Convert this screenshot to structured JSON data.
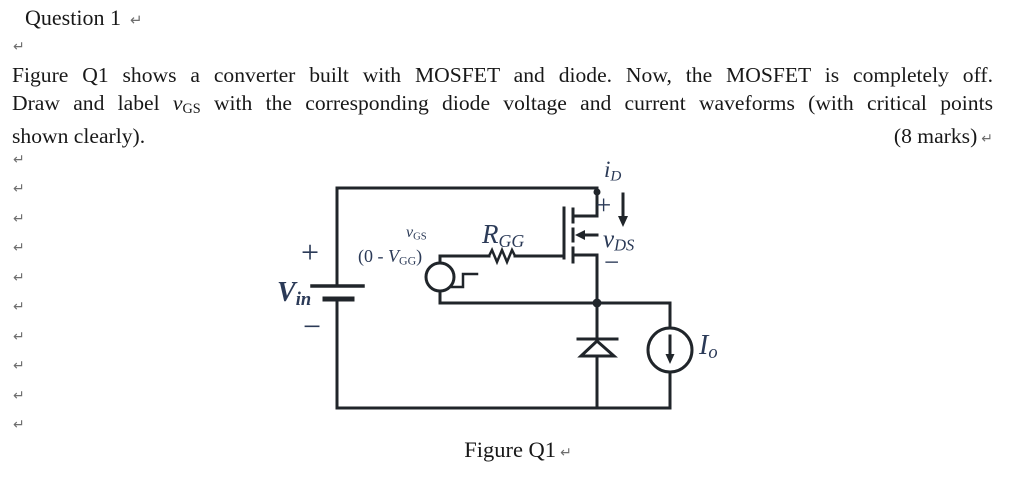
{
  "page": {
    "heading": "Question 1",
    "paragraph_line1": "Figure Q1 shows a converter built with MOSFET and diode. Now, the MOSFET is completely off.",
    "paragraph_line2_prefix": "Draw and label ",
    "paragraph_line2_suffix": " with the corresponding diode voltage and current waveforms (with critical points",
    "paragraph_line3_left": "shown clearly).",
    "paragraph_line3_right": "(8 marks)",
    "caption": "Figure Q1",
    "return_mark": "↵"
  },
  "labels": {
    "vgs": {
      "base": "v",
      "sub": "GS"
    },
    "vgg": {
      "open": "(0 - ",
      "base": "V",
      "sub": "GG",
      "close": ")"
    },
    "rgg": {
      "base": "R",
      "sub": "GG"
    },
    "id": {
      "base": "i",
      "sub": "D"
    },
    "vds": {
      "base": "v",
      "sub": "DS"
    },
    "vin": {
      "base": "V",
      "sub": "in"
    },
    "io": {
      "base": "I",
      "sub": "o"
    },
    "plus": "+",
    "minus": "−"
  },
  "colors": {
    "wire": "#20252a",
    "label_navy": "#2b3a57",
    "body_text": "#181818",
    "return_mark_gray": "#6e6e6e",
    "background": "#ffffff"
  }
}
